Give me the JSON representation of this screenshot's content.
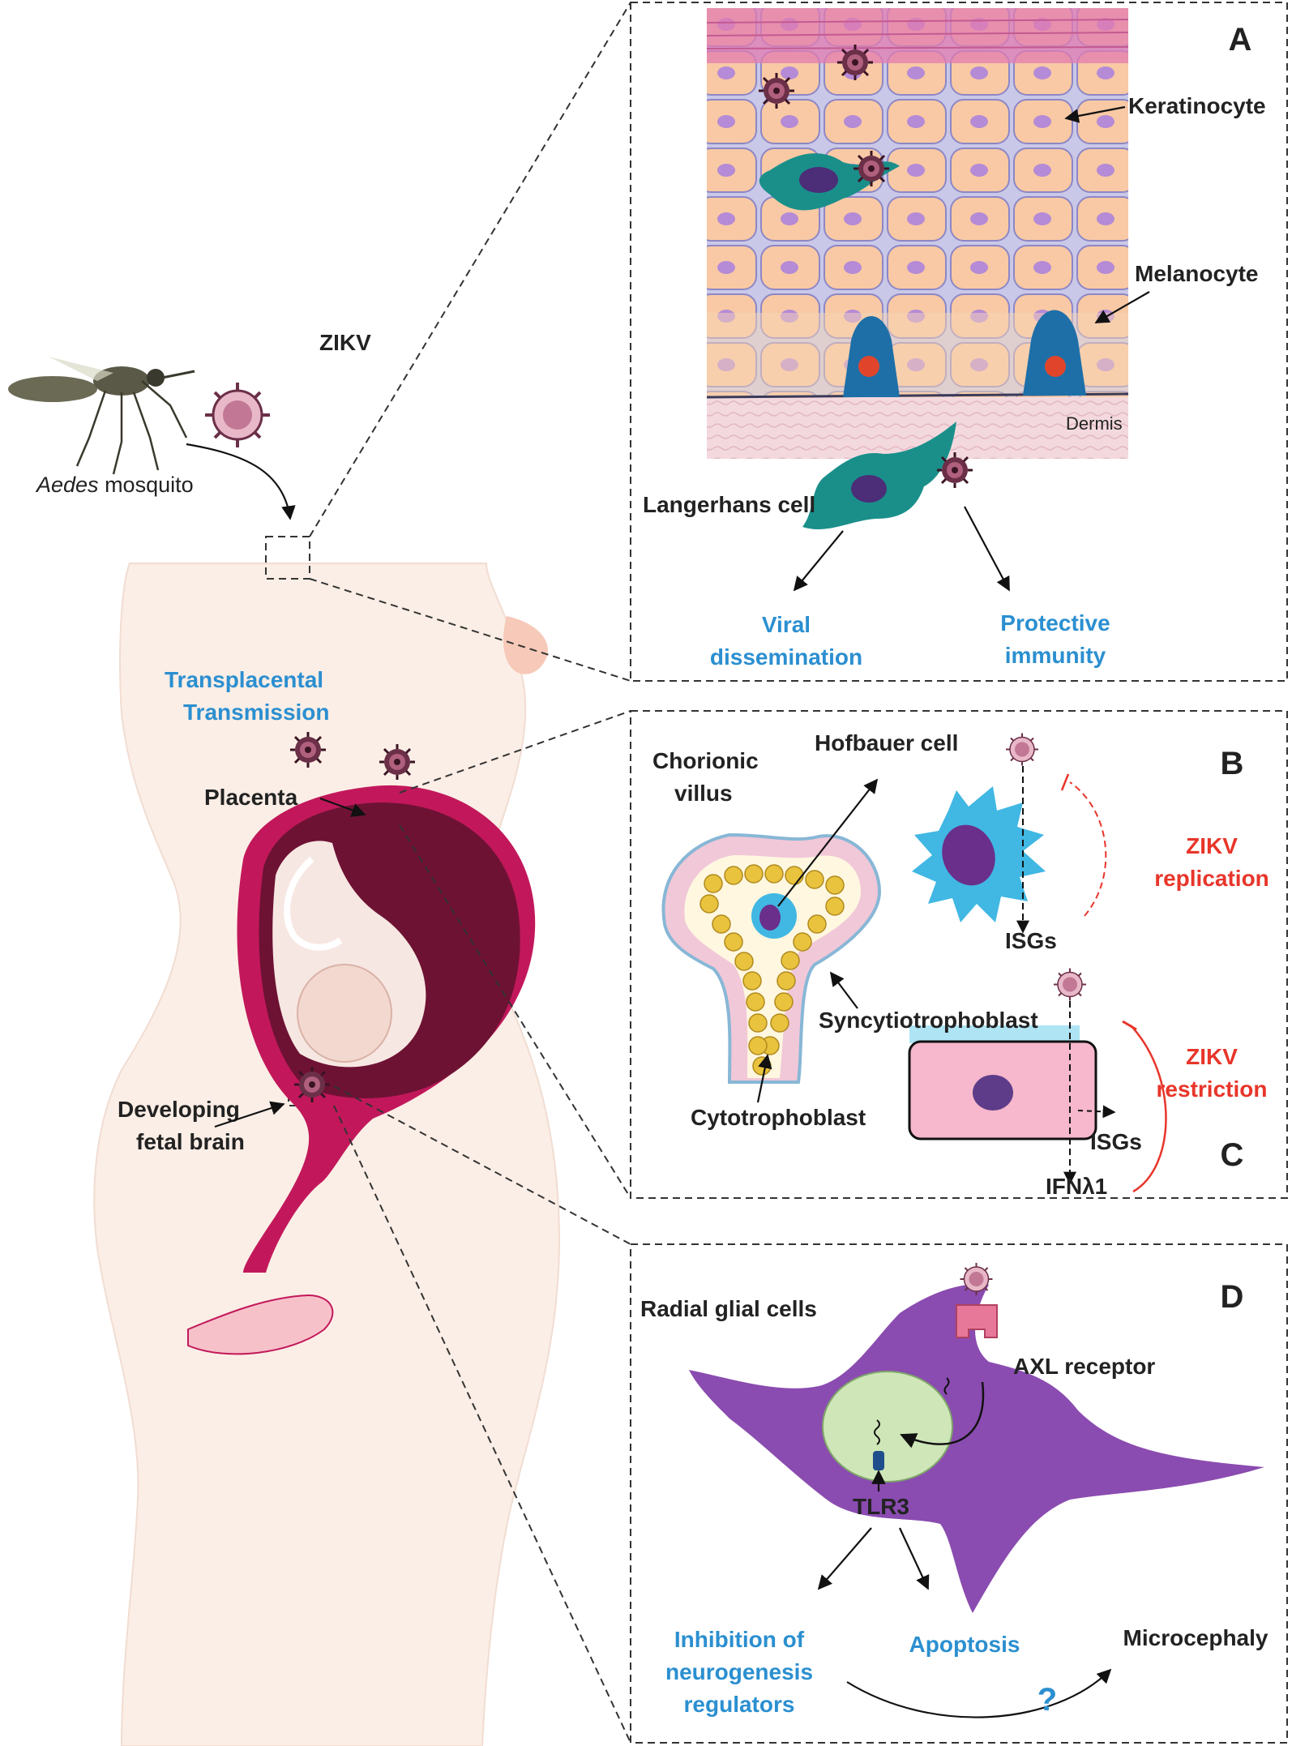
{
  "left": {
    "virus_label": "ZIKV",
    "mosquito_label_italic": "Aedes",
    "mosquito_label_rest": " mosquito",
    "transplacental_line1": "Transplacental",
    "transplacental_line2": "Transmission",
    "placenta": "Placenta",
    "brain_line1": "Developing",
    "brain_line2": "fetal brain"
  },
  "panel_a": {
    "letter": "A",
    "keratinocyte": "Keratinocyte",
    "melanocyte": "Melanocyte",
    "dermis": "Dermis",
    "langerhans": "Langerhans cell",
    "viral_line1": "Viral",
    "viral_line2": "dissemination",
    "protective_line1": "Protective",
    "protective_line2": "immunity"
  },
  "panel_b": {
    "letter": "B",
    "chorionic_line1": "Chorionic",
    "chorionic_line2": "villus",
    "hofbauer": "Hofbauer cell",
    "replication_line1": "ZIKV",
    "replication_line2": "replication",
    "isgs": "ISGs",
    "syncytiotrophoblast": "Syncytiotrophoblast",
    "cytotrophoblast": "Cytotrophoblast"
  },
  "panel_c": {
    "letter": "C",
    "restriction_line1": "ZIKV",
    "restriction_line2": "restriction",
    "isgs": "ISGs",
    "ifn": "IFNλ1"
  },
  "panel_d": {
    "letter": "D",
    "radial": "Radial glial cells",
    "axl": "AXL receptor",
    "tlr3": "TLR3",
    "inhibition_line1": "Inhibition of",
    "inhibition_line2": "neurogenesis",
    "inhibition_line3": "regulators",
    "apoptosis": "Apoptosis",
    "microcephaly": "Microcephaly",
    "question": "?"
  },
  "colors": {
    "blue_label": "#2b8fd0",
    "red_label": "#e8352a",
    "skin_body": "#fbeee6",
    "uterus": "#c2185b",
    "keratinocyte": "#f8c9a4",
    "radial_cell": "#8a4cb0"
  }
}
